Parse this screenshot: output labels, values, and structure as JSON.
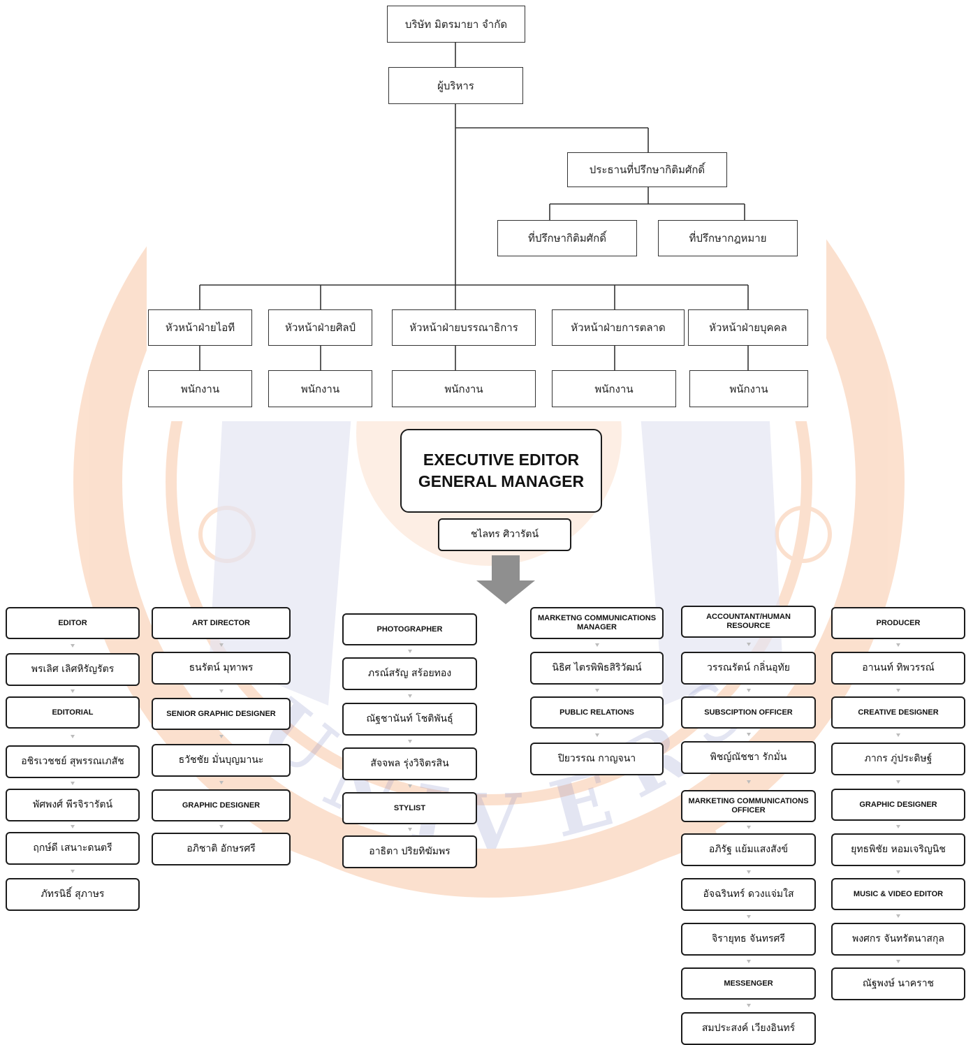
{
  "watermark": {
    "brand_color": "#f06a10",
    "secondary_color": "#7a82c2",
    "letters": [
      "U",
      "N",
      "I",
      "V",
      "E",
      "R",
      "S"
    ]
  },
  "top_chart": {
    "company": "บริษัท มิตรมายา จำกัด",
    "executive": "ผู้บริหาร",
    "honorary_chairman": "ประธานที่ปรึกษากิติมศักดิ์",
    "honorary_advisor": "ที่ปรึกษากิติมศักดิ์",
    "legal_advisor": "ที่ปรึกษากฎหมาย",
    "departments": [
      {
        "head": "หัวหน้าฝ่ายไอที",
        "staff": "พนักงาน"
      },
      {
        "head": "หัวหน้าฝ่ายศิลป์",
        "staff": "พนักงาน"
      },
      {
        "head": "หัวหน้าฝ่ายบรรณาธิการ",
        "staff": "พนักงาน"
      },
      {
        "head": "หัวหน้าฝ่ายการตลาด",
        "staff": "พนักงาน"
      },
      {
        "head": "หัวหน้าฝ่ายบุคคล",
        "staff": "พนักงาน"
      }
    ]
  },
  "bottom_chart": {
    "executive_title_line1": "EXECUTIVE EDITOR",
    "executive_title_line2": "GENERAL MANAGER",
    "executive_name": "ชไลทร ศิวารัตน์",
    "columns": [
      {
        "items": [
          {
            "type": "role",
            "text": "EDITOR"
          },
          {
            "type": "name",
            "text": "พรเลิศ เลิศหิรัญรัตร"
          },
          {
            "type": "role",
            "text": "EDITORIAL"
          },
          {
            "type": "name",
            "text": "อชิรเวชชย์ สุพรรณเภสัช"
          },
          {
            "type": "name",
            "text": "พัศพงศ์ พีรจิรารัตน์"
          },
          {
            "type": "name",
            "text": "ฤกษ์ดี เสนาะดนตรี"
          },
          {
            "type": "name",
            "text": "ภัทรนิธิ์ สุภาษร"
          }
        ]
      },
      {
        "items": [
          {
            "type": "role",
            "text": "ART DIRECTOR"
          },
          {
            "type": "name",
            "text": "ธนรัตน์ มุทาพร"
          },
          {
            "type": "role",
            "text": "SENIOR GRAPHIC DESIGNER"
          },
          {
            "type": "name",
            "text": "ธวัชชัย มั่นบุญมานะ"
          },
          {
            "type": "role",
            "text": "GRAPHIC DESIGNER"
          },
          {
            "type": "name",
            "text": "อภิชาติ อักษรศรี"
          }
        ]
      },
      {
        "items": [
          {
            "type": "role",
            "text": "PHOTOGRAPHER"
          },
          {
            "type": "name",
            "text": "ภรณ์สรัญ สร้อยทอง"
          },
          {
            "type": "name",
            "text": "ณัฐชานันท์ โชติพันธุ์"
          },
          {
            "type": "name",
            "text": "สัจจพล รุ่งวิจิตรสิน"
          },
          {
            "type": "role",
            "text": "STYLIST"
          },
          {
            "type": "name",
            "text": "อาธิตา ปริยทิฆัมพร"
          }
        ]
      },
      {
        "items": [
          {
            "type": "role",
            "text": "MARKETNG COMMUNICATIONS MANAGER"
          },
          {
            "type": "name",
            "text": "นิธิศ ไตรพิพิธสิริวัฒน์"
          },
          {
            "type": "role",
            "text": "PUBLIC RELATIONS"
          },
          {
            "type": "name",
            "text": "ปิยวรรณ กาญจนา"
          }
        ]
      },
      {
        "items": [
          {
            "type": "role",
            "text": "ACCOUNTANT/HUMAN RESOURCE"
          },
          {
            "type": "name",
            "text": "วรรณรัตน์ กลิ่นอุทัย"
          },
          {
            "type": "role",
            "text": "SUBSCIPTION OFFICER"
          },
          {
            "type": "name",
            "text": "พิชญ์ณัชชา รักมั่น"
          },
          {
            "type": "role",
            "text": "MARKETING COMMUNICATIONS OFFICER"
          },
          {
            "type": "name",
            "text": "อภิรัฐ แย้มแสงสังข์"
          },
          {
            "type": "name",
            "text": "อัจฉรินทร์ ดวงแจ่มใส"
          },
          {
            "type": "name",
            "text": "จิรายุทธ จันทรศรี"
          },
          {
            "type": "role",
            "text": "MESSENGER"
          },
          {
            "type": "name",
            "text": "สมประสงค์ เวียงอินทร์"
          }
        ]
      },
      {
        "items": [
          {
            "type": "role",
            "text": "PRODUCER"
          },
          {
            "type": "name",
            "text": "อานนท์ ทิพวรรณ์"
          },
          {
            "type": "role",
            "text": "CREATIVE DESIGNER"
          },
          {
            "type": "name",
            "text": "ภากร ภู่ประดิษฐ์"
          },
          {
            "type": "role",
            "text": "GRAPHIC DESIGNER"
          },
          {
            "type": "name",
            "text": "ยุทธพิชัย หอมเจริญนิช"
          },
          {
            "type": "role",
            "text": "MUSIC & VIDEO EDITOR"
          },
          {
            "type": "name",
            "text": "พงศกร จันทรัตนาสกุล"
          },
          {
            "type": "name",
            "text": "ณัฐพงษ์ นาคราช"
          }
        ]
      }
    ]
  }
}
